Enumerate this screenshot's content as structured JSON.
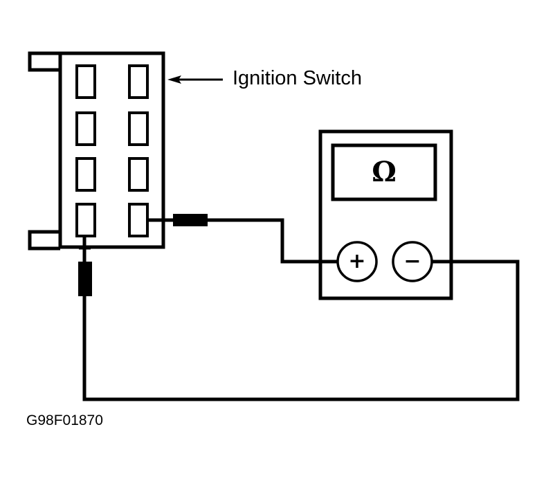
{
  "diagram": {
    "title_callout": "Ignition Switch",
    "figure_id": "G98F01870",
    "meter": {
      "display_symbol": "Ω",
      "positive_terminal": "+",
      "negative_terminal": "−",
      "mode": "ohmmeter"
    },
    "switch": {
      "terminal_rows": 4,
      "terminal_columns": 2
    },
    "line_color": "#000000",
    "background_color": "#ffffff"
  }
}
